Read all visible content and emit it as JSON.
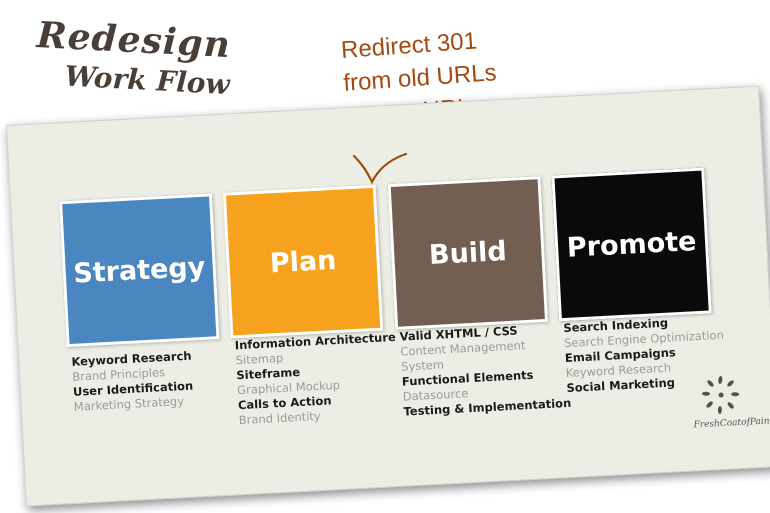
{
  "title": {
    "line1": "Redesign",
    "line2": "Work Flow"
  },
  "note": {
    "lines": [
      "Redirect 301",
      "from old URLs",
      "to new URLs"
    ]
  },
  "stages": [
    {
      "name": "Strategy",
      "color": "#4a86c0",
      "tasks": [
        {
          "text": "Keyword Research",
          "style": "bold"
        },
        {
          "text": "Brand Principles",
          "style": "gray"
        },
        {
          "text": "User Identification",
          "style": "bold"
        },
        {
          "text": "Marketing Strategy",
          "style": "gray"
        }
      ]
    },
    {
      "name": "Plan",
      "color": "#f7a21e",
      "tasks": [
        {
          "text": "Information Architecture",
          "style": "bold"
        },
        {
          "text": "Sitemap",
          "style": "gray"
        },
        {
          "text": "Siteframe",
          "style": "bold"
        },
        {
          "text": "Graphical Mockup",
          "style": "gray"
        },
        {
          "text": "Calls to Action",
          "style": "bold"
        },
        {
          "text": "Brand Identity",
          "style": "gray"
        }
      ]
    },
    {
      "name": "Build",
      "color": "#725f52",
      "tasks": [
        {
          "text": "Valid XHTML / CSS",
          "style": "bold"
        },
        {
          "text": "Content Management",
          "style": "gray"
        },
        {
          "text": "System",
          "style": "gray"
        },
        {
          "text": "Functional Elements",
          "style": "bold"
        },
        {
          "text": "Datasource",
          "style": "gray"
        },
        {
          "text": "Testing & Implementation",
          "style": "bold"
        }
      ]
    },
    {
      "name": "Promote",
      "color": "#0a0a0a",
      "tasks": [
        {
          "text": "Search Indexing",
          "style": "bold"
        },
        {
          "text": "Search Engine Optimization",
          "style": "gray"
        },
        {
          "text": "Email Campaigns",
          "style": "bold"
        },
        {
          "text": "Keyword Research",
          "style": "gray"
        },
        {
          "text": "Social Marketing",
          "style": "bold"
        }
      ]
    }
  ],
  "logo": {
    "text": "FreshCoatofPaint"
  }
}
